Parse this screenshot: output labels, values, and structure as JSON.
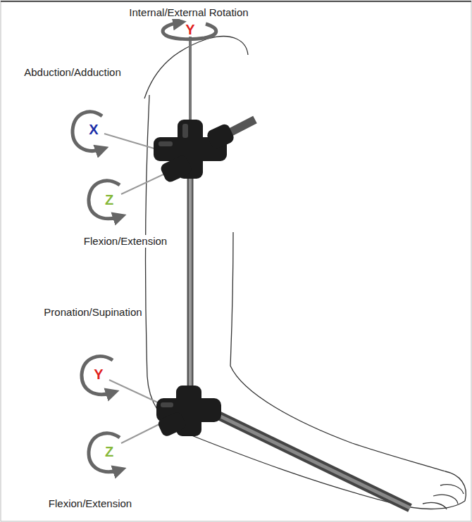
{
  "diagram": {
    "labels": [
      "Internal/External Rotation",
      "Y",
      "Abduction/Adduction",
      "X",
      "Z",
      "Flexion/Extension",
      "Pronation/Supination",
      "Y",
      "Z",
      "Flexion/Extension"
    ]
  }
}
